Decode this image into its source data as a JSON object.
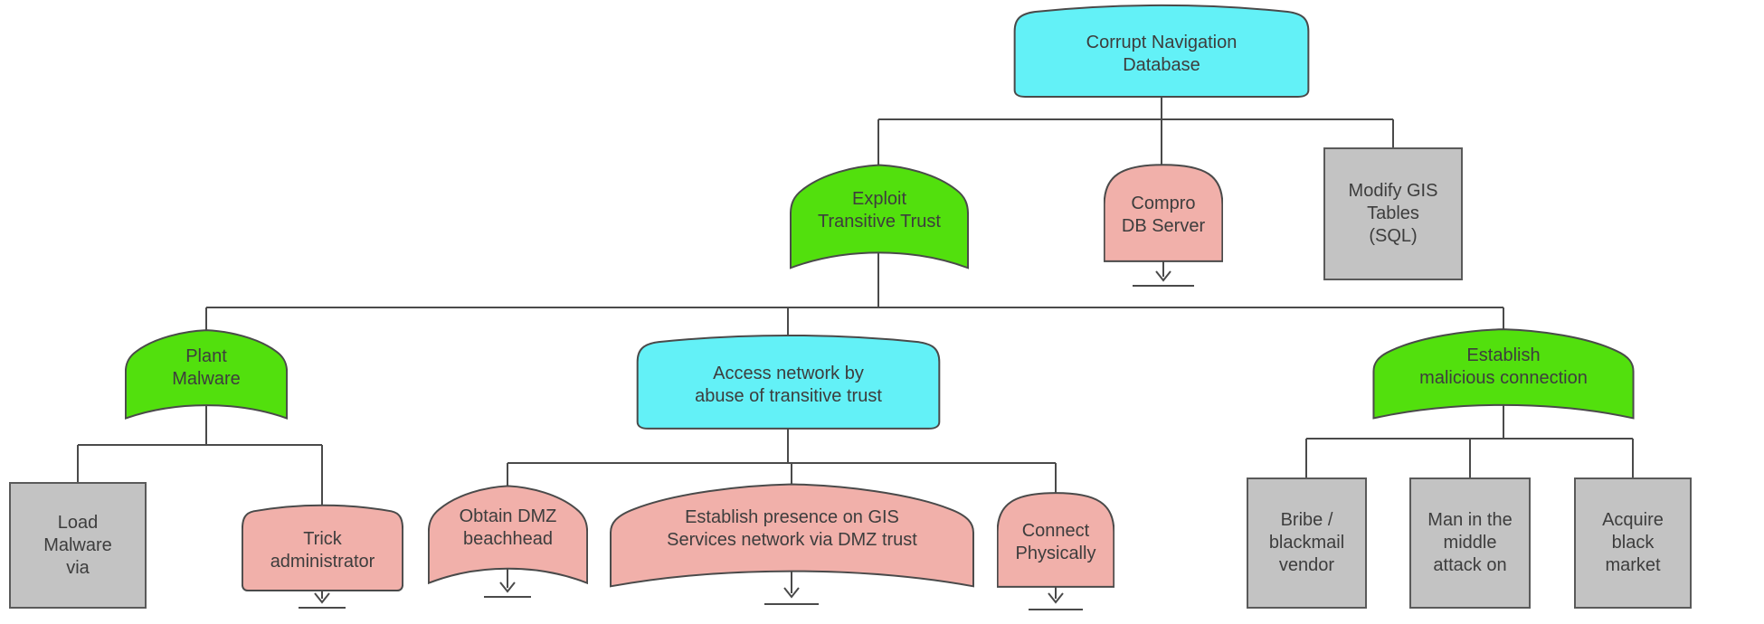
{
  "diagram": {
    "title": "Corrupt Navigation Database attack tree",
    "type": "attack-tree"
  },
  "palette": {
    "cyan": "#63F1F7",
    "green": "#52E00D",
    "pink": "#F1B0AA",
    "gray": "#C3C3C3",
    "line": "#4a4a4a",
    "text": "#3d3d3d"
  },
  "icons": {
    "continuation_marker": "down-arrow-to-bar"
  },
  "nodes": {
    "root": {
      "label": "Corrupt Navigation\nDatabase",
      "shape": "arch",
      "color": "cyan"
    },
    "exploit": {
      "label": "Exploit\nTransitive Trust",
      "shape": "ogee",
      "color": "green"
    },
    "compro": {
      "label": "Compro\nDB Server",
      "shape": "dome",
      "color": "pink"
    },
    "modify": {
      "label": "Modify GIS\nTables\n(SQL)",
      "shape": "rect",
      "color": "gray"
    },
    "plant": {
      "label": "Plant\nMalware",
      "shape": "ogee",
      "color": "green"
    },
    "access": {
      "label": "Access network by\nabuse of transitive trust",
      "shape": "arch",
      "color": "cyan"
    },
    "estconn": {
      "label": "Establish\nmalicious connection",
      "shape": "ogee",
      "color": "green"
    },
    "load": {
      "label": "Load\nMalware\nvia",
      "shape": "rect",
      "color": "gray"
    },
    "trick": {
      "label": "Trick\nadministrator",
      "shape": "arch",
      "color": "pink"
    },
    "obtain": {
      "label": "Obtain DMZ\nbeachhead",
      "shape": "ogee",
      "color": "pink"
    },
    "estpres": {
      "label": "Establish presence on GIS\nServices network via DMZ trust",
      "shape": "ogee",
      "color": "pink"
    },
    "connect": {
      "label": "Connect\nPhysically",
      "shape": "dome",
      "color": "pink"
    },
    "bribe": {
      "label": "Bribe /\nblackmail\nvendor",
      "shape": "rect",
      "color": "gray"
    },
    "man": {
      "label": "Man in the\nmiddle\nattack on",
      "shape": "rect",
      "color": "gray"
    },
    "acquire": {
      "label": "Acquire\nblack\nmarket",
      "shape": "rect",
      "color": "gray"
    }
  }
}
